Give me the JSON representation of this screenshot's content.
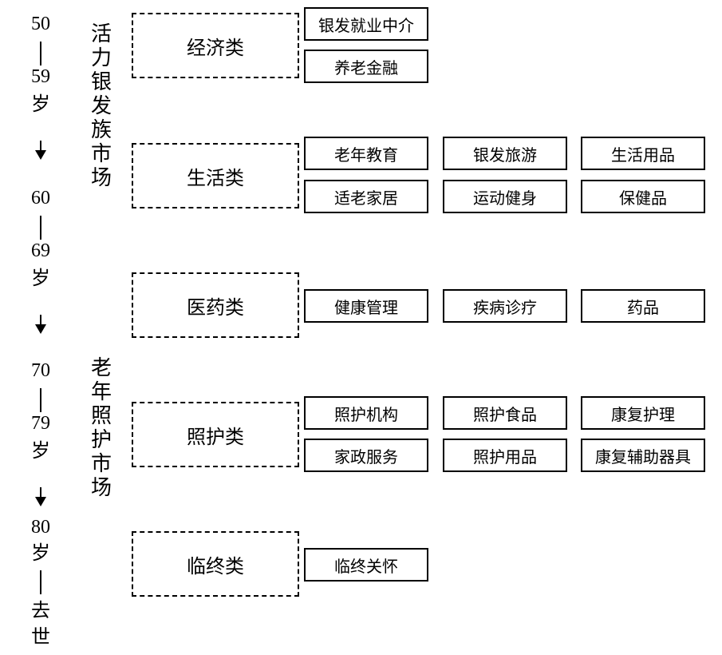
{
  "age_stages": [
    {
      "start": "50",
      "end": "59",
      "unit": "岁"
    },
    {
      "start": "60",
      "end": "69",
      "unit": "岁"
    },
    {
      "start": "70",
      "end": "79",
      "unit": "岁"
    },
    {
      "start": "80",
      "unit": "岁",
      "end": "去世"
    }
  ],
  "markets": [
    {
      "label": "活力银发族市场"
    },
    {
      "label": "老年照护市场"
    }
  ],
  "categories": [
    {
      "label": "经济类",
      "items": [
        "银发就业中介",
        "养老金融"
      ]
    },
    {
      "label": "生活类",
      "items": [
        "老年教育",
        "银发旅游",
        "生活用品",
        "适老家居",
        "运动健身",
        "保健品"
      ]
    },
    {
      "label": "医药类",
      "items": [
        "健康管理",
        "疾病诊疗",
        "药品"
      ]
    },
    {
      "label": "照护类",
      "items": [
        "照护机构",
        "照护食品",
        "康复护理",
        "家政服务",
        "照护用品",
        "康复辅助器具"
      ]
    },
    {
      "label": "临终类",
      "items": [
        "临终关怀"
      ]
    }
  ]
}
